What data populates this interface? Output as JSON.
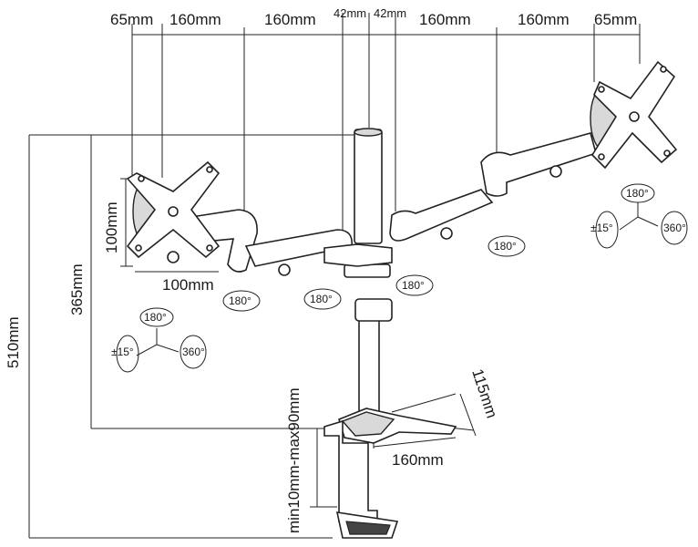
{
  "dimensions": {
    "top_left_65": "65mm",
    "top_left_160a": "160mm",
    "top_left_160b": "160mm",
    "top_42_left": "42mm",
    "top_42_right": "42mm",
    "top_right_160a": "160mm",
    "top_right_160b": "160mm",
    "top_right_65": "65mm",
    "vesa_height": "100mm",
    "vesa_width": "100mm",
    "height_365": "365mm",
    "height_510": "510mm",
    "clamp_range": "min10mm-max90mm",
    "base_depth": "115mm",
    "base_width": "160mm"
  },
  "rotation_labels": {
    "right_head_tilt": "180°",
    "right_head_swivel_left": "±15°",
    "right_head_rotate": "360°",
    "right_arm_swivel": "180°",
    "left_head_tilt": "180°",
    "left_head_swivel_left": "±15°",
    "left_head_rotate": "360°",
    "arm_joint_1": "180°",
    "arm_joint_2": "180°",
    "arm_joint_3": "180°"
  }
}
